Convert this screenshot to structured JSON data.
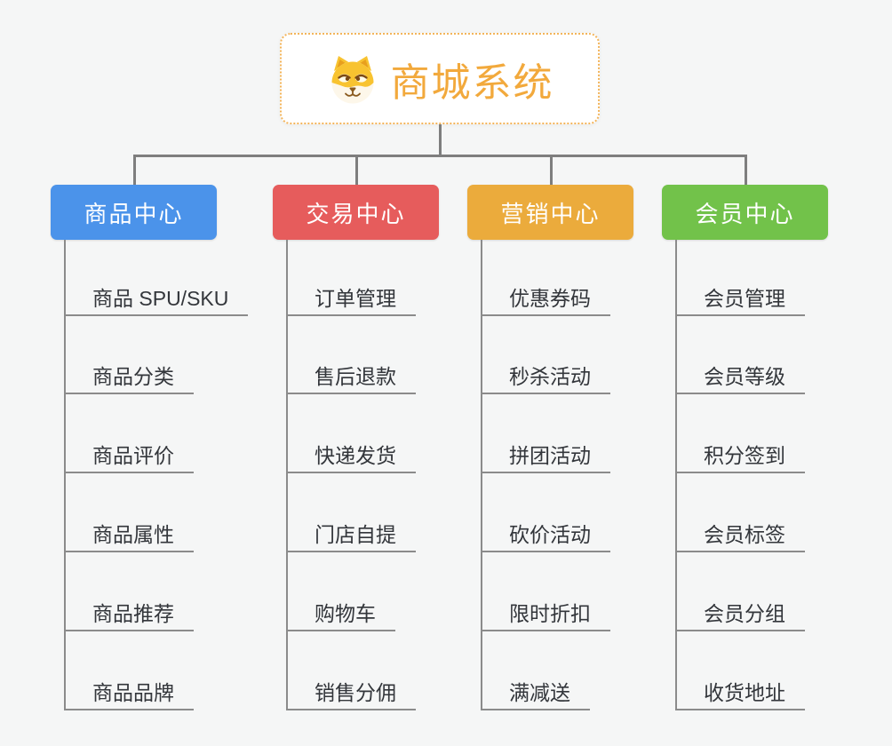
{
  "page": {
    "background": "#f5f6f6"
  },
  "root": {
    "title": "商城系统",
    "icon": "dog-face-icon",
    "title_color": "#f2a93c",
    "border_color": "#f3b45a"
  },
  "colors": {
    "connector": "#7e7e7e",
    "leaf_line": "#8b8b8b",
    "leaf_text": "#33363b"
  },
  "branches": [
    {
      "label": "商品中心",
      "color": "#4b93ea",
      "children": [
        "商品 SPU/SKU",
        "商品分类",
        "商品评价",
        "商品属性",
        "商品推荐",
        "商品品牌"
      ]
    },
    {
      "label": "交易中心",
      "color": "#e65c5c",
      "children": [
        "订单管理",
        "售后退款",
        "快递发货",
        "门店自提",
        "购物车",
        "销售分佣"
      ]
    },
    {
      "label": "营销中心",
      "color": "#ebab3c",
      "children": [
        "优惠券码",
        "秒杀活动",
        "拼团活动",
        "砍价活动",
        "限时折扣",
        "满减送"
      ]
    },
    {
      "label": "会员中心",
      "color": "#72c24a",
      "children": [
        "会员管理",
        "会员等级",
        "积分签到",
        "会员标签",
        "会员分组",
        "收货地址"
      ]
    }
  ]
}
